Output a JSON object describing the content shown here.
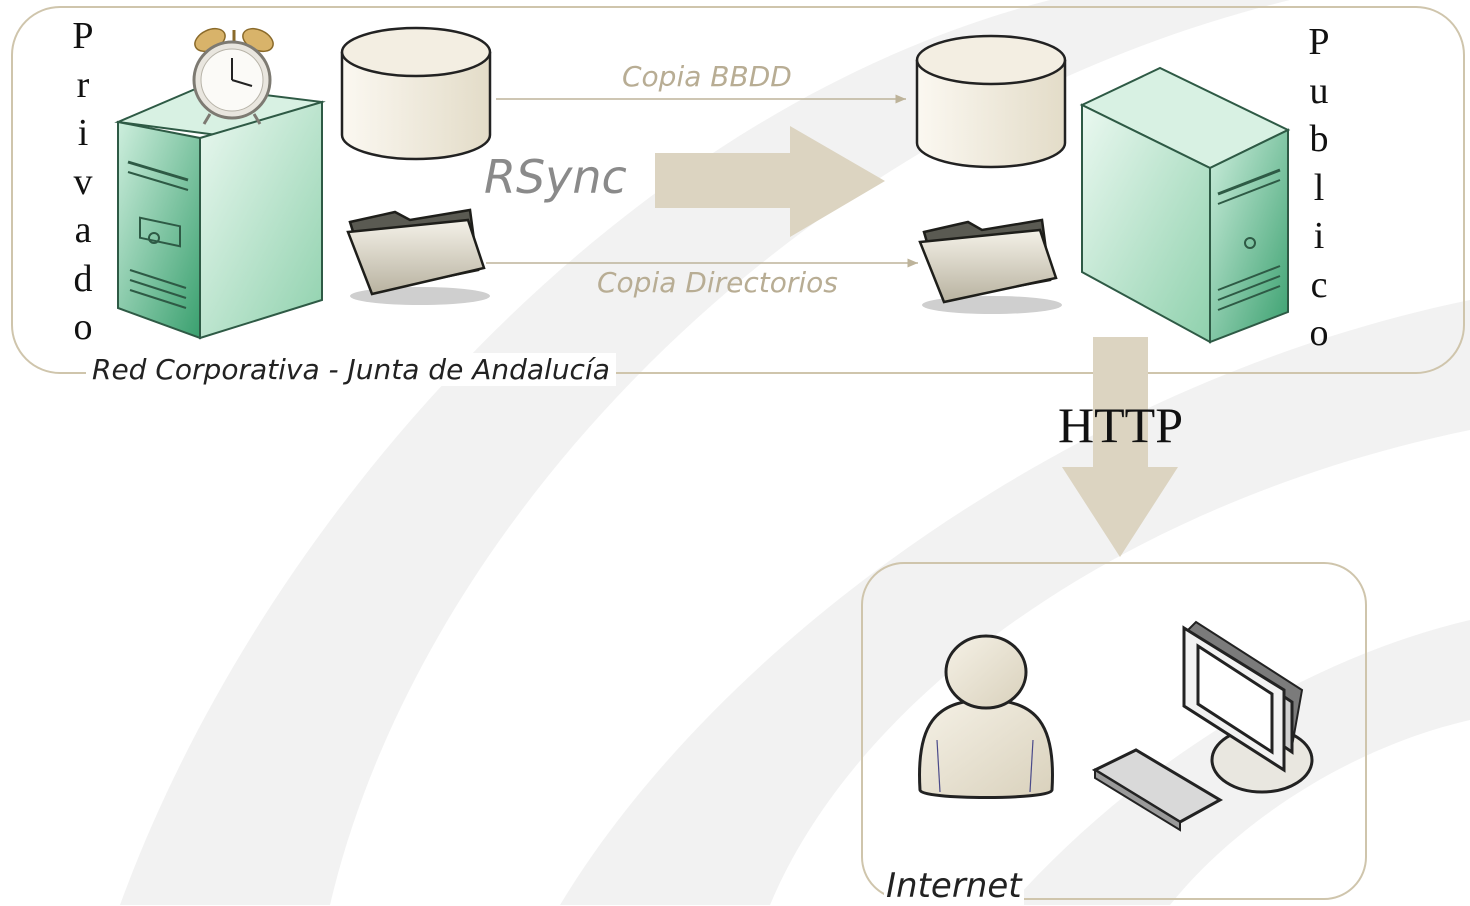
{
  "diagram": {
    "network_label": "Red Corporativa - Junta de Andalucía",
    "internet_label": "Internet",
    "private_label": [
      "P",
      "r",
      "i",
      "v",
      "a",
      "d",
      "o"
    ],
    "public_label": [
      "P",
      "u",
      "b",
      "l",
      "i",
      "c",
      "o"
    ],
    "rsync_label": "RSync",
    "db_copy_label": "Copia BBDD",
    "dir_copy_label": "Copia Directorios",
    "http_label": "HTTP"
  },
  "colors": {
    "frame": "#cfc5ac",
    "arrow": "#dcd4c1",
    "server_green": "#bfe6cf",
    "server_dark": "#2a7a52",
    "db_fill": "#f0ebde",
    "watermark": "#f1f1f1"
  },
  "icons": [
    "server-icon",
    "alarm-clock-icon",
    "database-icon",
    "folder-icon",
    "user-icon",
    "monitor-icon",
    "keyboard-icon"
  ]
}
